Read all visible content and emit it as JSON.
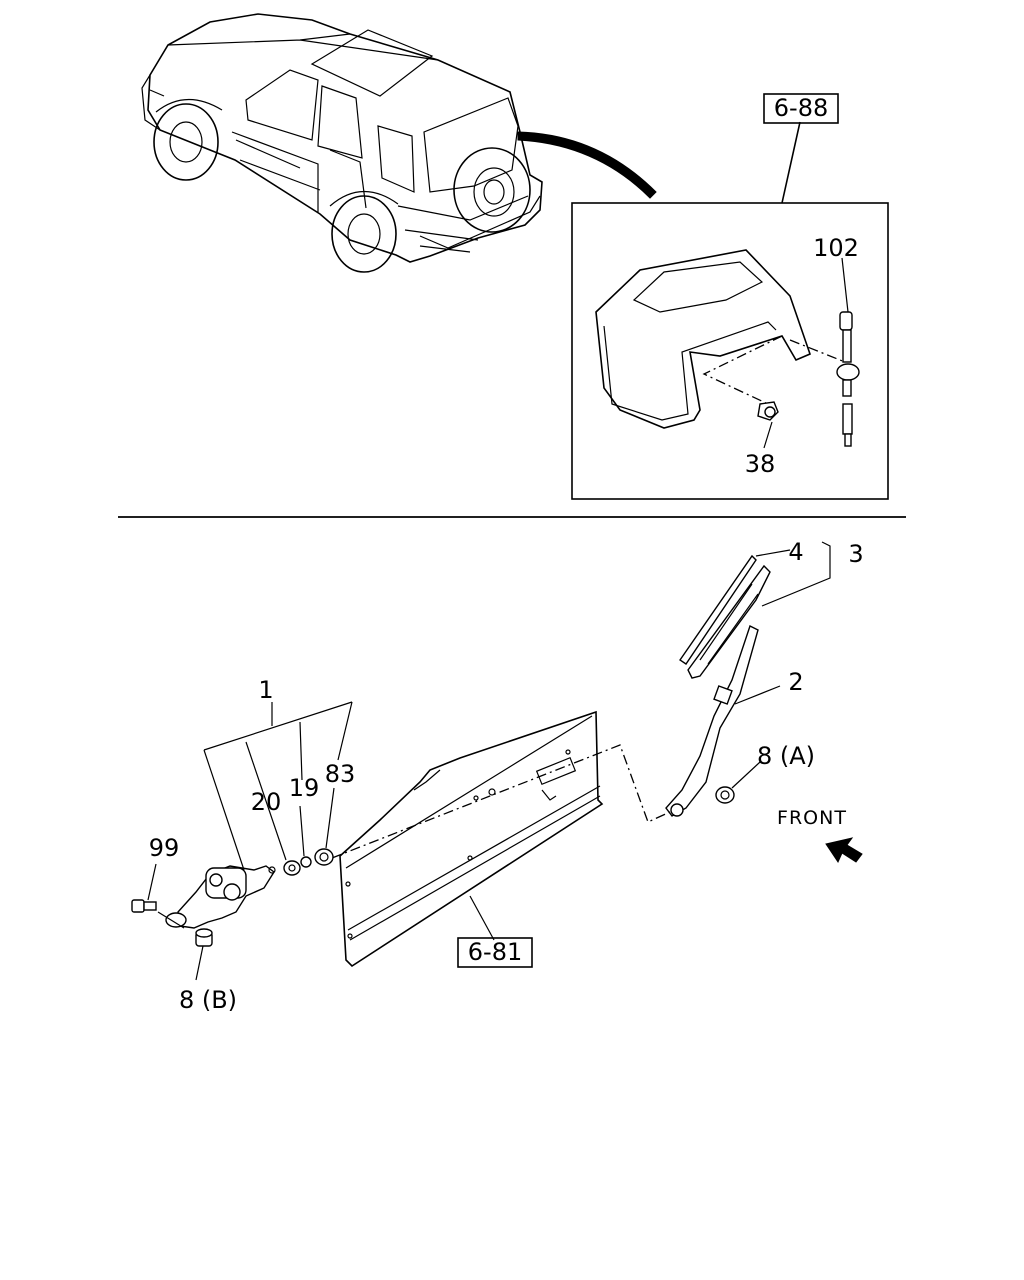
{
  "references": {
    "inset_ref": "6-88",
    "door_ref": "6-81"
  },
  "callouts": {
    "p1": "1",
    "p2": "2",
    "p3": "3",
    "p4": "4",
    "p8a": "8 (A)",
    "p8b": "8 (B)",
    "p19": "19",
    "p20": "20",
    "p38": "38",
    "p83": "83",
    "p99": "99",
    "p102": "102"
  },
  "direction": {
    "label": "FRONT",
    "icon": "arrow-icon"
  }
}
